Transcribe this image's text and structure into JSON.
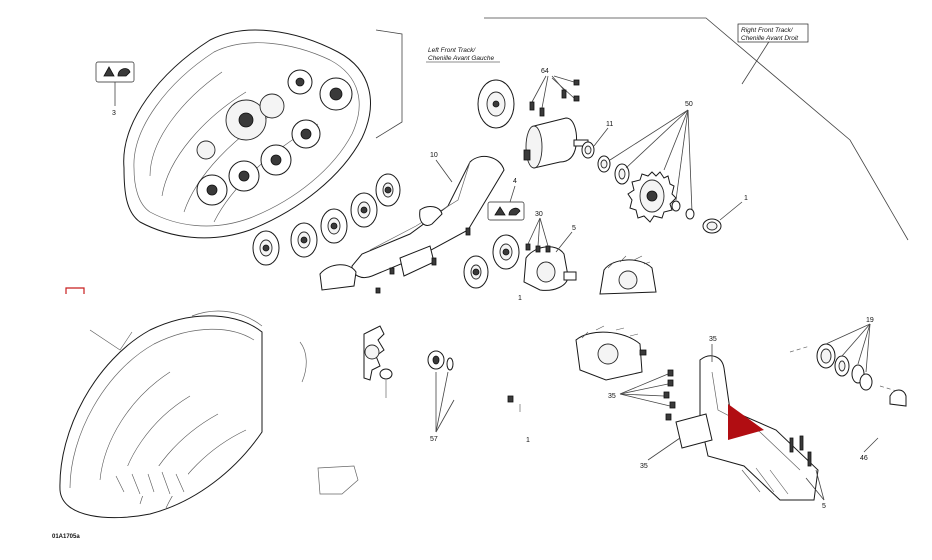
{
  "drawing": {
    "code": "01A1705a",
    "labels": {
      "left_front_track": [
        "Left Front Track/",
        "Chenille Avant Gauche"
      ],
      "right_front_track": [
        "Right Front Track/",
        "Chenille Avant Droit"
      ]
    },
    "callouts": {
      "c3": "3",
      "c64": "64",
      "c10": "10",
      "c11": "11",
      "c50": "50",
      "c4": "4",
      "c30": "30",
      "c5": "5",
      "c1": "1",
      "c1b": "1",
      "c1c": "1",
      "c19": "19",
      "c35a": "35",
      "c35b": "35",
      "c35c": "35",
      "c57": "57",
      "c46": "46",
      "c5b": "5"
    },
    "icons": [
      "warning-decal-icon",
      "warning-decal-icon"
    ],
    "accent_color": "#b10d12"
  }
}
